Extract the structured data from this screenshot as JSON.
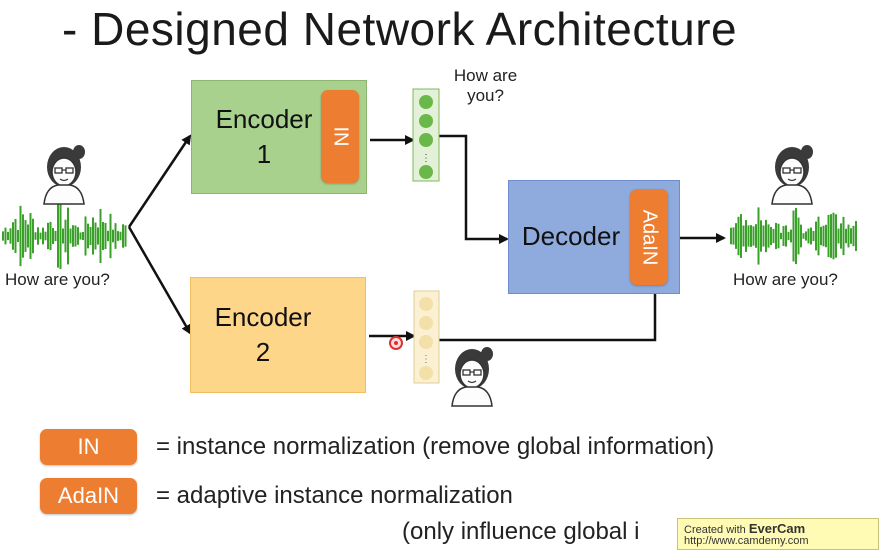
{
  "title": "- Designed Network Architecture",
  "encoder1": {
    "label_line1": "Encoder",
    "label_line2": "1",
    "tag": "IN"
  },
  "encoder2": {
    "label_line1": "Encoder",
    "label_line2": "2"
  },
  "decoder": {
    "label": "Decoder",
    "tag": "AdaIN"
  },
  "content_label_line1": "How are",
  "content_label_line2": "you?",
  "input_caption": "How are you?",
  "output_caption": "How are you?",
  "legend": [
    {
      "tag": "IN",
      "text": "= instance normalization  (remove global information)"
    },
    {
      "tag": "AdaIN",
      "text": "= adaptive instance normalization"
    }
  ],
  "legend_note": "(only influence global i",
  "watermark": {
    "prefix": "Created with ",
    "brand": "EverCam",
    "url": "http://www.camdemy.com"
  },
  "colors": {
    "encoder1": "#a9d18e",
    "encoder2": "#fdd68a",
    "decoder": "#8faadc",
    "tag": "#ed7d31",
    "waveform": "#3aa02a",
    "content_vector": "#6bb84a",
    "speaker_vector": "#f3dfa8"
  },
  "icons": [
    "speaker-avatar-icon",
    "waveform-icon",
    "cursor-dot-icon"
  ]
}
